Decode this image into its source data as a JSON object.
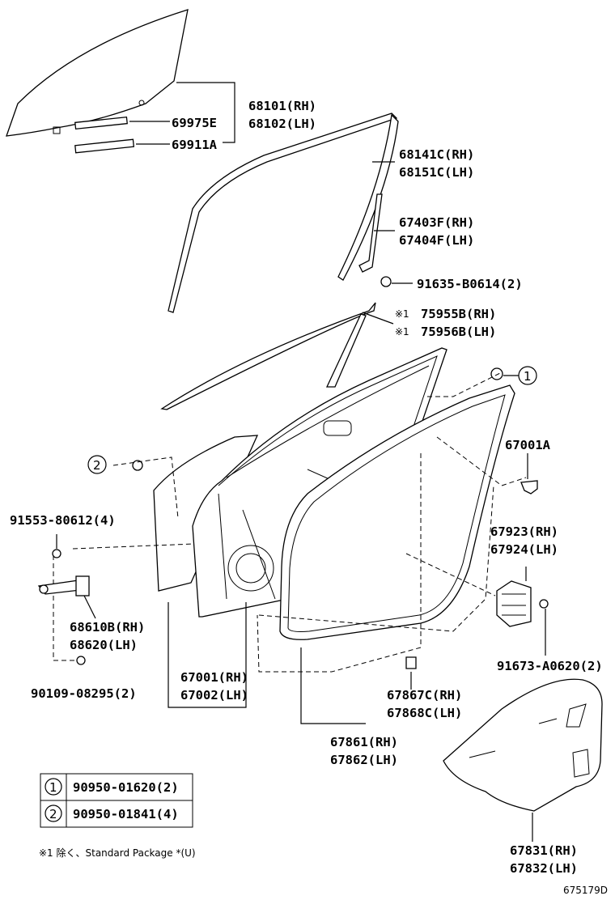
{
  "labels": {
    "glass_rh": "68101(RH)",
    "glass_lh": "68102(LH)",
    "glass_pad_e": "69975E",
    "glass_pad_a": "69911A",
    "run_rh": "68141C(RH)",
    "run_lh": "68151C(LH)",
    "channel_rh": "67403F(RH)",
    "channel_lh": "67404F(LH)",
    "bolt_channel": "91635-B0614(2)",
    "molding_rh": "75955B(RH)",
    "molding_lh": "75956B(LH)",
    "molding_mark": "※1",
    "stopper": "67001A",
    "hinge_rh": "67923(RH)",
    "hinge_lh": "67924(LH)",
    "bolt_hinge": "91673-A0620(2)",
    "bolt_check": "91553-80612(4)",
    "check_rh": "68610B(RH)",
    "check_lh": "68620(LH)",
    "bolt_check2": "90109-08295(2)",
    "door_rh": "67001(RH)",
    "door_lh": "67002(LH)",
    "clip_rh": "67867C(RH)",
    "clip_lh": "67868C(LH)",
    "weather_rh": "67861(RH)",
    "weather_lh": "67862(LH)",
    "seal_rh": "67831(RH)",
    "seal_lh": "67832(LH)",
    "callout_1": "1",
    "callout_2": "2"
  },
  "legend": {
    "rows": [
      {
        "num": "1",
        "part": "90950-01620(2)"
      },
      {
        "num": "2",
        "part": "90950-01841(4)"
      }
    ]
  },
  "footnote": "※1 除く、Standard Package *(U)",
  "diagram_id": "675179D"
}
